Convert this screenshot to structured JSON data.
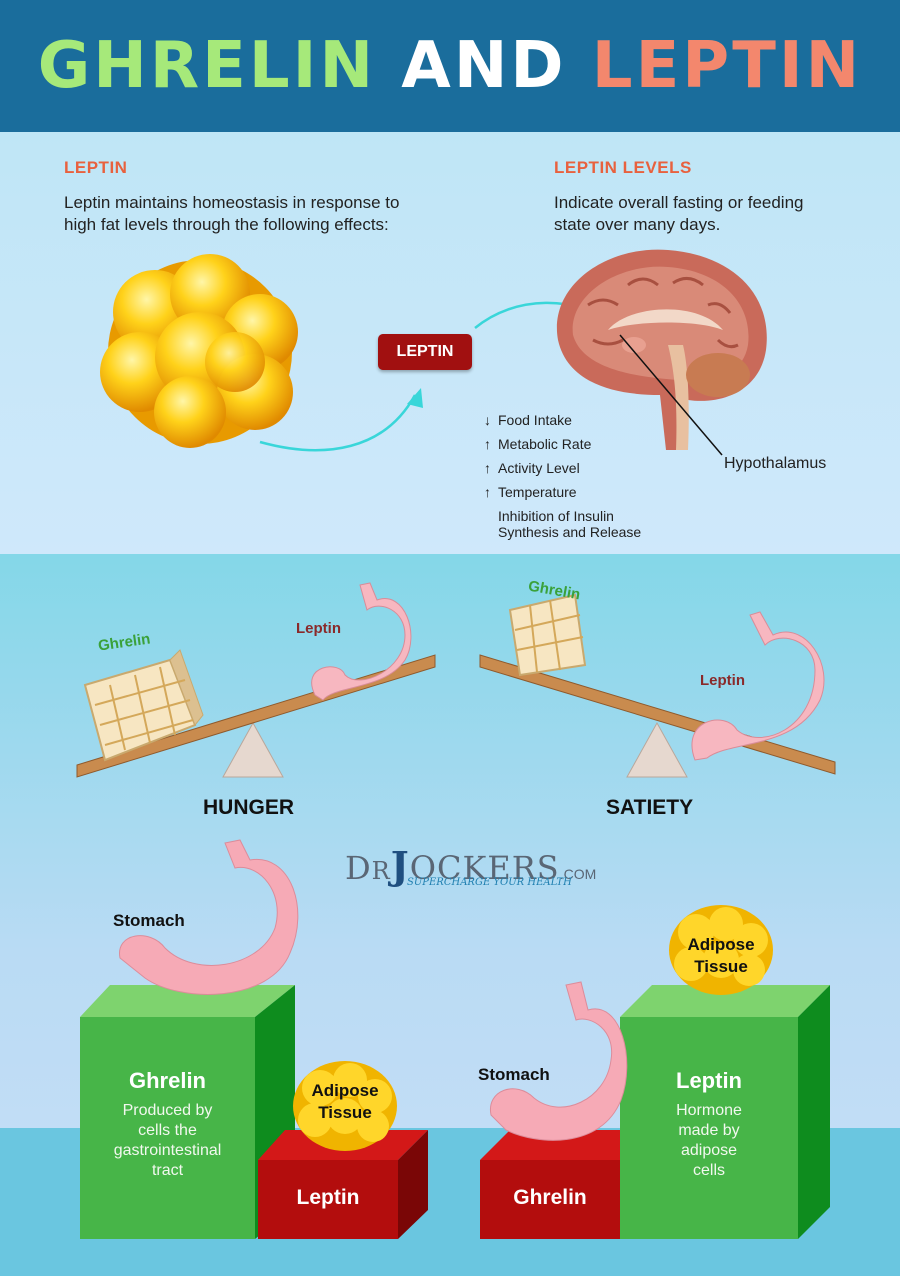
{
  "header": {
    "word1": "GHRELIN",
    "word2": "AND",
    "word3": "LEPTIN"
  },
  "left_panel": {
    "heading": "LEPTIN",
    "line1": "Leptin maintains homeostasis in response to",
    "line2": "high fat levels through the following effects:"
  },
  "right_panel": {
    "heading": "LEPTIN LEVELS",
    "line1": "Indicate overall fasting or feeding",
    "line2": "state over many days."
  },
  "leptin_badge": "LEPTIN",
  "hypothalamus_label": "Hypothalamus",
  "effects": [
    {
      "arrow": "↓",
      "text": "Food Intake"
    },
    {
      "arrow": "↑",
      "text": "Metabolic Rate"
    },
    {
      "arrow": "↑",
      "text": "Activity Level"
    },
    {
      "arrow": "↑",
      "text": "Temperature"
    }
  ],
  "effect_last": {
    "line1": "Inhibition of Insulin",
    "line2": "Synthesis and Release"
  },
  "hunger": {
    "ghrelin_label": "Ghrelin",
    "leptin_label": "Leptin",
    "caption": "HUNGER"
  },
  "satiety": {
    "ghrelin_label": "Ghrelin",
    "leptin_label": "Leptin",
    "caption": "SATIETY"
  },
  "brand": {
    "name_a": "D",
    "name_b": "R",
    "name_c": "J",
    "name_d": "OCKERS",
    "com": ".COM",
    "tagline": "SUPERCHARGE YOUR HEALTH"
  },
  "left_bars": {
    "stomach_label": "Stomach",
    "tall_title": "Ghrelin",
    "tall_desc": [
      "Produced by",
      "cells the",
      "gastrointestinal",
      "tract"
    ],
    "adipose_label": [
      "Adipose",
      "Tissue"
    ],
    "short_title": "Leptin"
  },
  "right_bars": {
    "stomach_label": "Stomach",
    "short_title": "Ghrelin",
    "tall_title": "Leptin",
    "tall_desc": [
      "Hormone",
      "made by",
      "adipose",
      "cells"
    ],
    "adipose_label": [
      "Adipose",
      "Tissue"
    ]
  },
  "colors": {
    "header_bg": "#1a6d9c",
    "green_box": "#3fb04a",
    "red_box": "#b01010",
    "accent": "#e8613e"
  }
}
